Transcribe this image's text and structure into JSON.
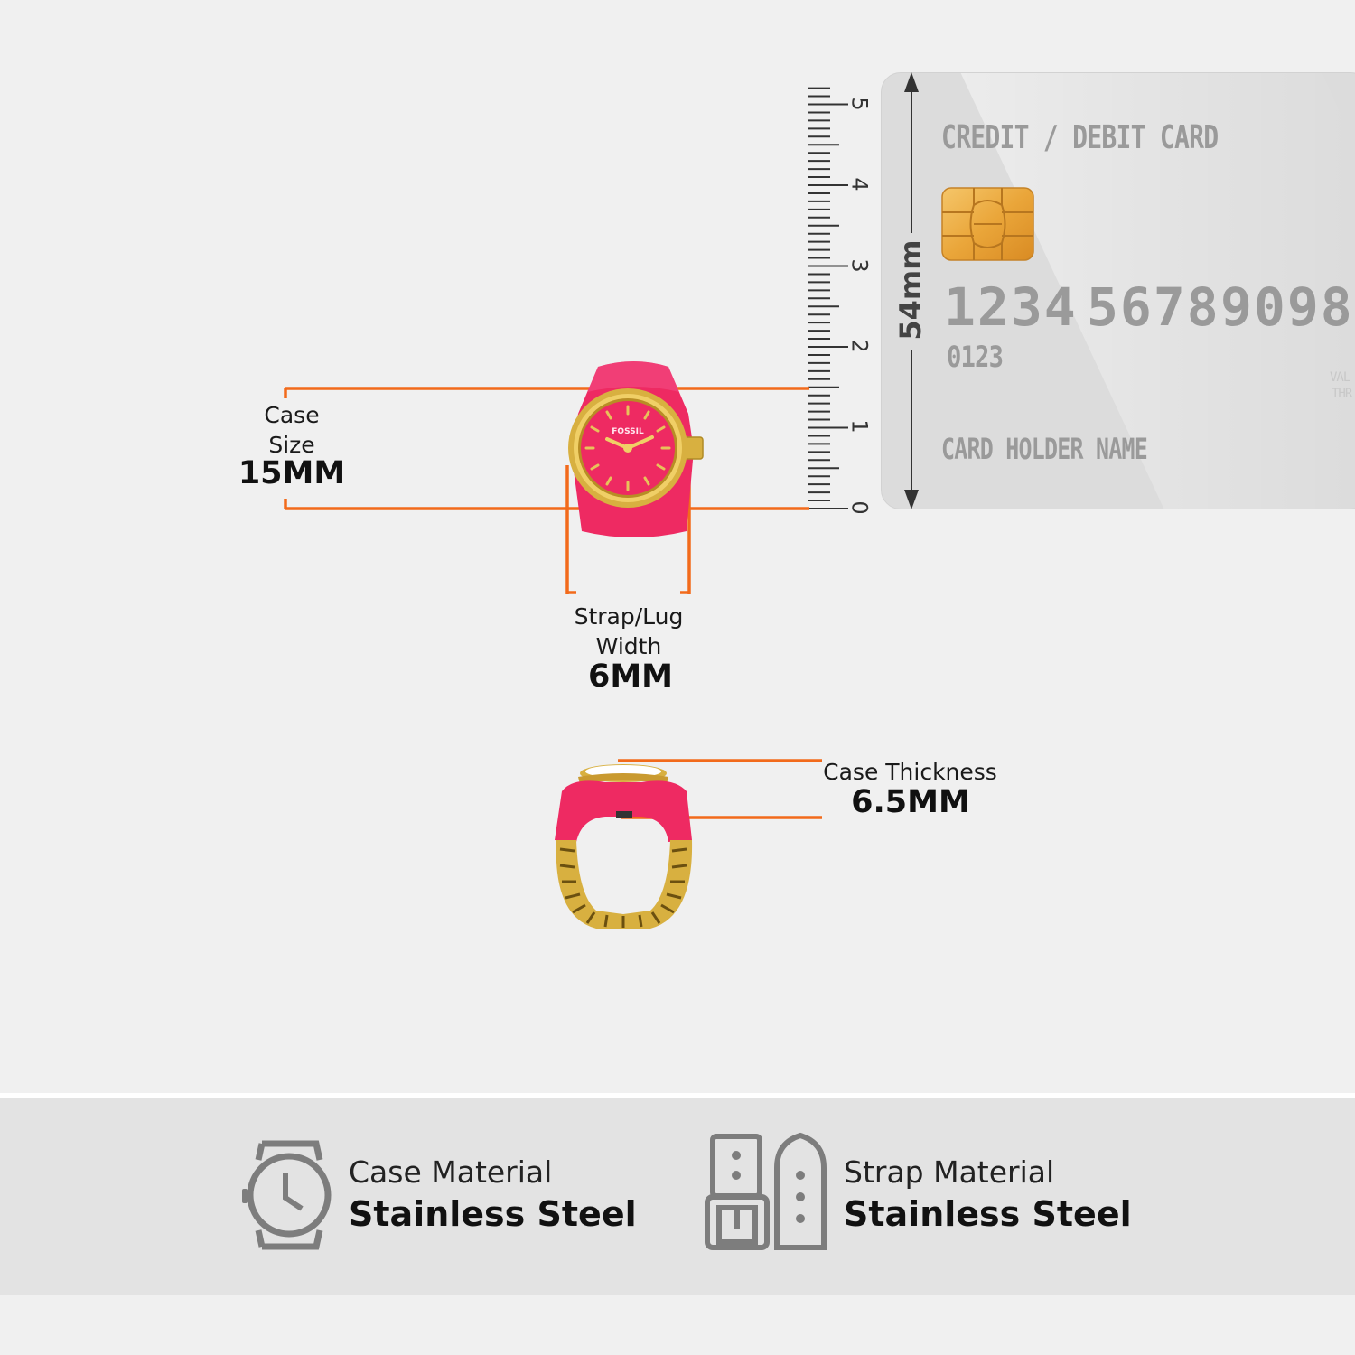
{
  "colors": {
    "background": "#f0f0f0",
    "accent_line": "#f26a1b",
    "watch_pink": "#ee2a62",
    "gold": "#d8b040",
    "card": "#dcdcdc",
    "bottom_band": "#e3e3e3"
  },
  "measurements": {
    "case_size": {
      "label_line1": "Case",
      "label_line2": "Size",
      "value": "15MM"
    },
    "strap_width": {
      "label_line1": "Strap/Lug",
      "label_line2": "Width",
      "value": "6MM"
    },
    "case_thickness": {
      "label": "Case Thickness",
      "value": "6.5MM"
    }
  },
  "ruler": {
    "ticks": [
      "0",
      "1",
      "2",
      "3",
      "4",
      "5"
    ]
  },
  "card": {
    "height_label": "54mm",
    "title": "CREDIT / DEBIT CARD",
    "number_groups": [
      "1234",
      "5678",
      "9098"
    ],
    "sub_number": "0123",
    "holder": "CARD HOLDER NAME",
    "valid_thru_line1": "VAL",
    "valid_thru_line2": "THR",
    "chip_icon": "sim-chip-icon"
  },
  "watch": {
    "brand": "FOSSIL"
  },
  "materials": [
    {
      "icon": "watch-outline-icon",
      "label": "Case Material",
      "value": "Stainless Steel"
    },
    {
      "icon": "strap-buckle-icon",
      "label": "Strap Material",
      "value": "Stainless Steel"
    }
  ]
}
